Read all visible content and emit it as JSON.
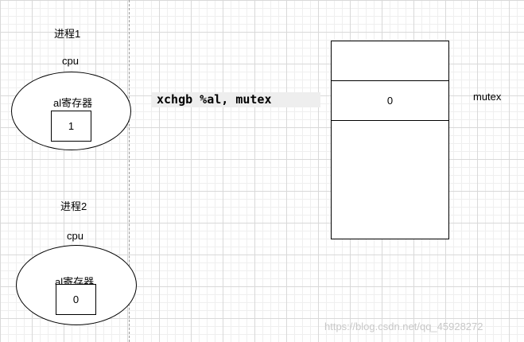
{
  "process1": {
    "title": "进程1",
    "cpu_label": "cpu",
    "register_label": "al寄存器",
    "register_value": "1"
  },
  "process2": {
    "title": "进程2",
    "cpu_label": "cpu",
    "register_label": "al寄存器",
    "register_value": "0"
  },
  "instruction": "xchgb %al, mutex",
  "memory": {
    "cells": [
      "",
      "0",
      ""
    ],
    "label": "mutex"
  },
  "watermark": "https://blog.csdn.net/qq_45928272"
}
